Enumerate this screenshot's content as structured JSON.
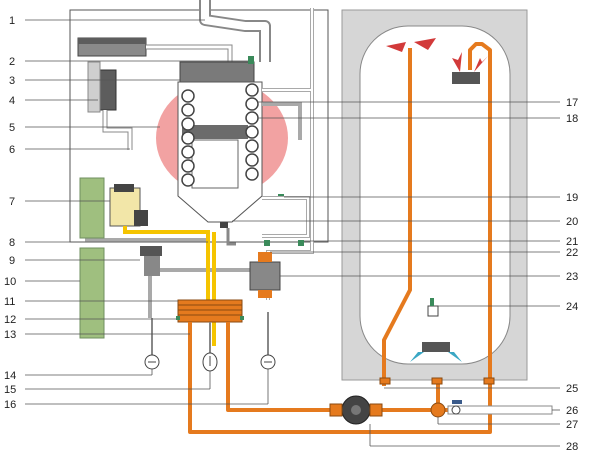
{
  "diagram": {
    "callouts": {
      "left": [
        "1",
        "2",
        "3",
        "4",
        "5",
        "6",
        "7",
        "8",
        "9",
        "10",
        "11",
        "12",
        "13",
        "14",
        "15",
        "16"
      ],
      "right": [
        "17",
        "18",
        "19",
        "20",
        "21",
        "22",
        "23",
        "24",
        "25",
        "26",
        "27",
        "28"
      ]
    },
    "colors": {
      "gas_pipe": "#f5c400",
      "hot_water_pipe": "#e57a1e",
      "heating_pipe": "#a9a9a9",
      "control_board": "#9fbf7f",
      "combustion_glow": "#f2a2a2",
      "tank_body": "#d9d9d9",
      "pump": "#444444",
      "heat_exchanger": "#cc6f1e"
    }
  }
}
